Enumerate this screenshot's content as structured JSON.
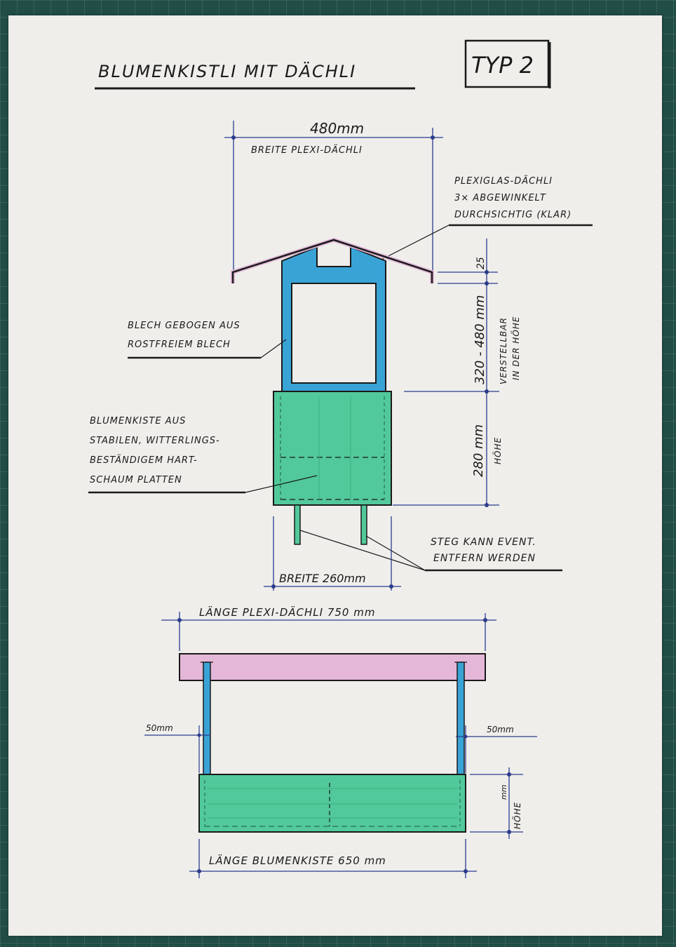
{
  "title": "BLUMENKISTLI MIT DÄCHLI",
  "type_box": "TYP 2",
  "front_view": {
    "width_dim": "480mm",
    "width_label": "BREITE PLEXI-DÄCHLI",
    "roof_note": [
      "PLEXIGLAS-DÄCHLI",
      "3× ABGEWINKELT",
      "DURCHSICHTIG (KLAR)"
    ],
    "frame_note": [
      "BLECH GEBOGEN AUS",
      "ROSTFREIEM BLECH"
    ],
    "box_note": [
      "BLUMENKISTE AUS",
      "STABILEN, WITTERLINGS-",
      "BESTÄNDIGEM HART-",
      "SCHAUM PLATTEN"
    ],
    "dim_25": "25",
    "dim_height_range": "320 - 480 mm",
    "adjustable_note": [
      "VERSTELLBAR",
      "IN DER HÖHE"
    ],
    "dim_280": "280 mm",
    "height_label": "HÖHE",
    "steg_note": [
      "STEG KANN EVENT.",
      "ENTFERN WERDEN"
    ],
    "box_width_dim": "BREITE 260mm"
  },
  "side_view": {
    "roof_length_dim": "LÄNGE PLEXI-DÄCHLI 750 mm",
    "dim_50_left": "50mm",
    "dim_50_right": "50mm",
    "dim_mm": "mm",
    "height_label": "HÖHE",
    "box_length_dim": "LÄNGE BLUMENKISTE 650 mm"
  },
  "colors": {
    "frame_blue": "#3aa3d6",
    "box_green": "#52c99a",
    "roof_pink": "#e4b7d8",
    "ink": "#1a1a1a",
    "dim_line": "#2a3c8c"
  }
}
